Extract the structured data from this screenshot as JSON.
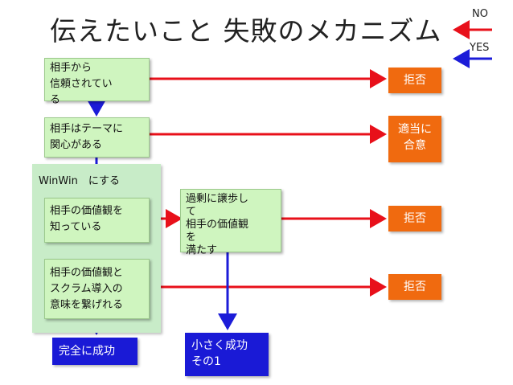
{
  "title": "伝えたいこと 失敗のメカニズム",
  "legend": {
    "no": "NO",
    "yes": "YES"
  },
  "group": {
    "label": "WinWin　にする"
  },
  "boxes": {
    "trust": [
      "相手から",
      "信頼されてい",
      "る"
    ],
    "interest": [
      "相手はテーマに",
      "関心がある"
    ],
    "values": [
      "相手の価値観を",
      "知っている"
    ],
    "scrum": [
      "相手の価値観と",
      "スクラム導入の",
      "意味を繋げれる"
    ],
    "concede": [
      "過剰に譲歩し",
      "て",
      "相手の価値観",
      "を",
      "満たす"
    ]
  },
  "results": {
    "reject1": "拒否",
    "agree": [
      "適当に",
      "合意"
    ],
    "reject2": "拒否",
    "reject3": "拒否",
    "complete": "完全に成功",
    "small": [
      "小さく成功",
      "その1"
    ]
  },
  "colors": {
    "no_arrow": "#e8101a",
    "yes_arrow": "#1c1cd8",
    "green_box": "#cff5bf",
    "orange_box": "#f06a0f",
    "blue_box": "#1a1ad6"
  }
}
